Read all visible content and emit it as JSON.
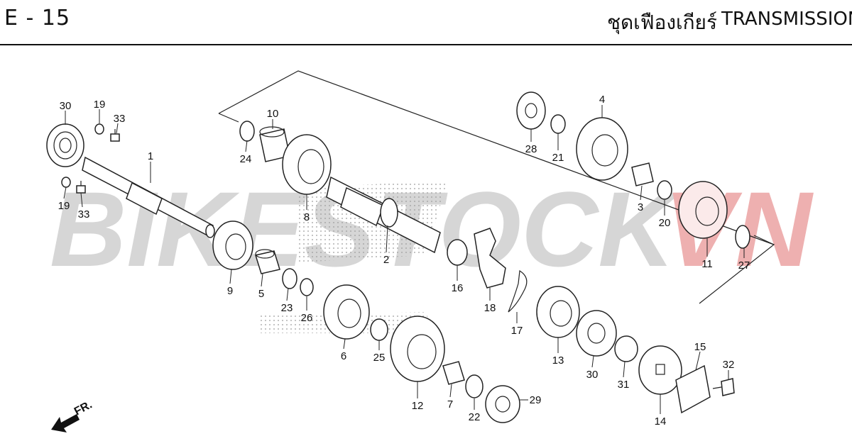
{
  "header": {
    "code": "E - 15",
    "title_th": "ชุดเฟืองเกียร์",
    "title_en": "TRANSMISSION"
  },
  "watermark": {
    "part1": "BIKESTOCK",
    "part2": "VN",
    "color_gray": "#cfcfcf",
    "color_red": "#e8a0a0"
  },
  "direction_label": "FR.",
  "callouts": [
    {
      "id": "c30a",
      "label": "30"
    },
    {
      "id": "c19a",
      "label": "19"
    },
    {
      "id": "c33a",
      "label": "33"
    },
    {
      "id": "c1",
      "label": "1"
    },
    {
      "id": "c19b",
      "label": "19"
    },
    {
      "id": "c33b",
      "label": "33"
    },
    {
      "id": "c10",
      "label": "10"
    },
    {
      "id": "c24",
      "label": "24"
    },
    {
      "id": "c8",
      "label": "8"
    },
    {
      "id": "c9",
      "label": "9"
    },
    {
      "id": "c5",
      "label": "5"
    },
    {
      "id": "c23",
      "label": "23"
    },
    {
      "id": "c26",
      "label": "26"
    },
    {
      "id": "c2",
      "label": "2"
    },
    {
      "id": "c6",
      "label": "6"
    },
    {
      "id": "c25",
      "label": "25"
    },
    {
      "id": "c12",
      "label": "12"
    },
    {
      "id": "c7",
      "label": "7"
    },
    {
      "id": "c22",
      "label": "22"
    },
    {
      "id": "c29",
      "label": "29"
    },
    {
      "id": "c16",
      "label": "16"
    },
    {
      "id": "c18",
      "label": "18"
    },
    {
      "id": "c17",
      "label": "17"
    },
    {
      "id": "c13",
      "label": "13"
    },
    {
      "id": "c30b",
      "label": "30"
    },
    {
      "id": "c31",
      "label": "31"
    },
    {
      "id": "c14",
      "label": "14"
    },
    {
      "id": "c15",
      "label": "15"
    },
    {
      "id": "c32",
      "label": "32"
    },
    {
      "id": "c28",
      "label": "28"
    },
    {
      "id": "c21",
      "label": "21"
    },
    {
      "id": "c4",
      "label": "4"
    },
    {
      "id": "c3",
      "label": "3"
    },
    {
      "id": "c20",
      "label": "20"
    },
    {
      "id": "c11",
      "label": "11"
    },
    {
      "id": "c27",
      "label": "27"
    }
  ]
}
